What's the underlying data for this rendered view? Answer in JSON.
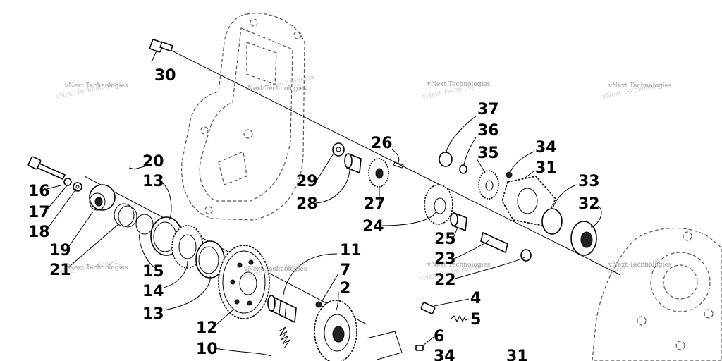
{
  "watermark": "vNext Technologies",
  "callouts": {
    "c30": "30",
    "c16": "16",
    "c17": "17",
    "c18": "18",
    "c19": "19",
    "c20": "20",
    "c21": "21",
    "c13a": "13",
    "c13b": "13",
    "c15": "15",
    "c14": "14",
    "c29": "29",
    "c28": "28",
    "c26": "26",
    "c27": "27",
    "c24": "24",
    "c25": "25",
    "c23": "23",
    "c22": "22",
    "c37": "37",
    "c36": "36",
    "c35": "35",
    "c34a": "34",
    "c31a": "31",
    "c33": "33",
    "c32": "32",
    "c11": "11",
    "c7": "7",
    "c2": "2",
    "c12": "12",
    "c10": "10",
    "c4": "4",
    "c5": "5",
    "c6": "6",
    "c34b": "34",
    "c31b": "31"
  }
}
